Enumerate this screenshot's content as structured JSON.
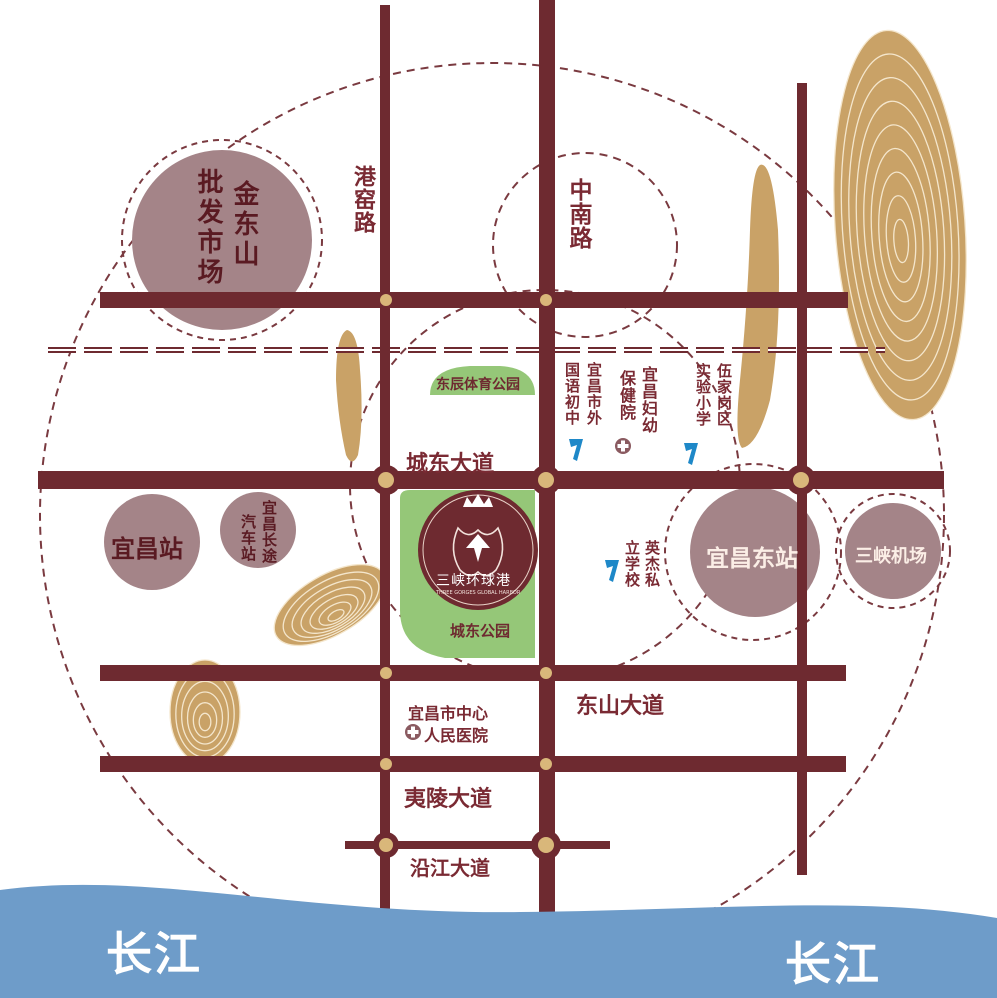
{
  "roads": {
    "gangyao": "港窑路",
    "zhongnan": "中南路",
    "chengdong": "城东大道",
    "dongshan": "东山大道",
    "yiling": "夷陵大道",
    "yanjiang": "沿江大道"
  },
  "districts": {
    "jindongshan_col1": "金东山",
    "jindongshan_col2": "批发市场",
    "yichang_station": "宜昌站",
    "yichang_east": "宜昌东站",
    "airport": "三峡机场"
  },
  "pois": {
    "sports_park": "东辰体育公园",
    "chengdong_park": "城东公园",
    "bus_col1": "宜昌长途",
    "bus_col2": "汽车站",
    "fls_col1": "宜昌市外",
    "fls_col2": "国语初中",
    "mch_col1": "宜昌妇幼",
    "mch_col2": "保健院",
    "wjg_col1": "伍家岗区",
    "wjg_col2": "实验小学",
    "yingjie_col1": "英杰私",
    "yingjie_col2": "立学校",
    "hospital_line1": "宜昌市中心",
    "hospital_line2": "人民医院"
  },
  "project": {
    "name": "三峡环球港",
    "sub": "THREE GORGES GLOBAL HARBOR"
  },
  "river": {
    "left": "长江",
    "right": "长江"
  },
  "colors": {
    "road": "#6e2a30",
    "district_circle": "#a48488",
    "park": "#95c778",
    "hill": "#c9a267",
    "river": "#6e9cc9",
    "school_icon": "#1e88c8"
  }
}
